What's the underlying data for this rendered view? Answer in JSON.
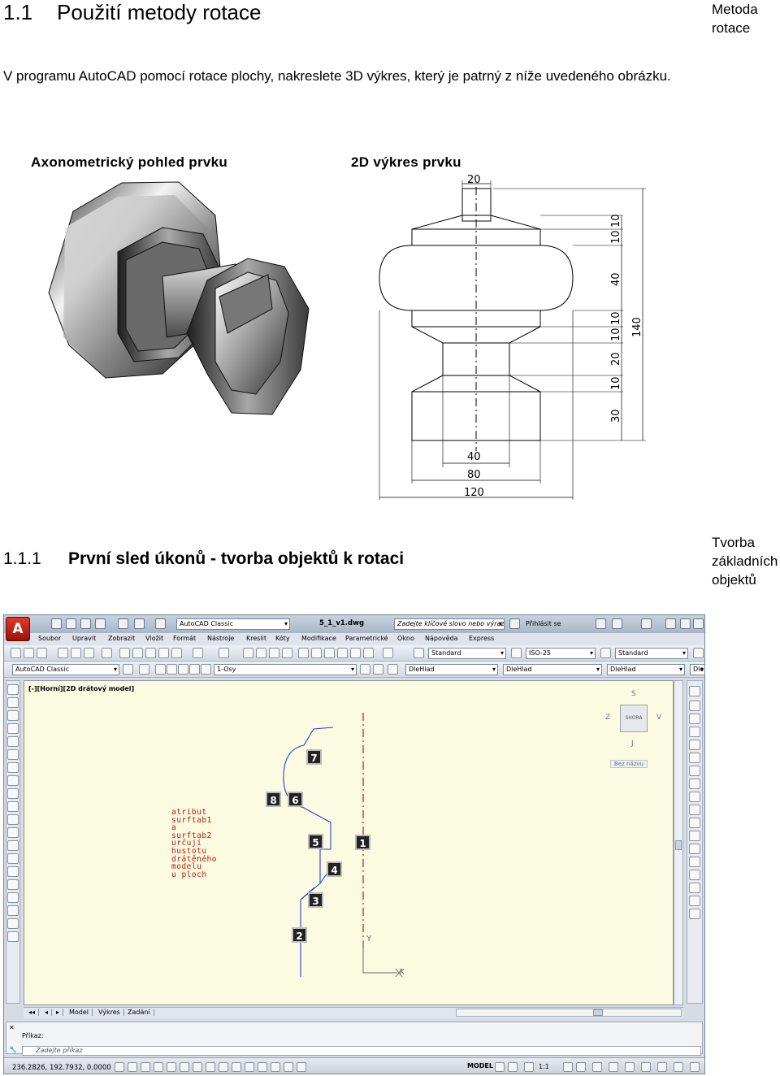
{
  "heading": {
    "number": "1.1",
    "title": "Použití metody rotace"
  },
  "margin_note_1": {
    "line1": "Metoda",
    "line2": "rotace"
  },
  "intro": "V programu AutoCAD pomocí rotace plochy, nakreslete 3D výkres, který je patrný z níže uvedeného obrázku.",
  "captions": {
    "left": "Axonometrický pohled prvku",
    "right": "2D výkres prvku"
  },
  "drawing_dims": {
    "top": "20",
    "right": [
      "10",
      "10",
      "40",
      "10",
      "10",
      "20",
      "10",
      "30"
    ],
    "overall": "140",
    "bottom": [
      "40",
      "80",
      "120"
    ]
  },
  "subheading": {
    "number": "1.1.1",
    "title": "První sled úkonů - tvorba objektů k rotaci"
  },
  "margin_note_2": {
    "line1": "Tvorba",
    "line2": "základních",
    "line3": "objektů"
  },
  "acad": {
    "logo": "A",
    "workspace": "AutoCAD Classic",
    "filename": "5_1_v1.dwg",
    "search_placeholder": "Zadejte klíčové slovo nebo výraz",
    "signin": "Přihlásit se",
    "menu": [
      "Soubor",
      "Upravit",
      "Zobrazit",
      "Vložit",
      "Formát",
      "Nástroje",
      "Kreslit",
      "Kóty",
      "Modifikace",
      "Parametrické",
      "Okno",
      "Nápověda",
      "Express"
    ],
    "style_combo": "Standard",
    "dim_combo": "ISO-25",
    "table_combo": "Standard",
    "workspace_combo": "AutoCAD Classic",
    "layer_combo": "1-Osy",
    "color_combo": "DleHlad",
    "linetype_combo": "DleHlad",
    "lineweight_combo": "DleHlad",
    "lineweight_combo2": "Dle",
    "view_label": "[-][Horní][2D drátový model]",
    "viewcube": {
      "face": "SHORA",
      "north": "S",
      "south": "J",
      "east": "V",
      "west": "Z",
      "wcs": "Bez názvu"
    },
    "badges": [
      "1",
      "2",
      "3",
      "4",
      "5",
      "6",
      "7",
      "8"
    ],
    "note_lines": [
      "atribut",
      "surftab1",
      "a",
      "surftab2",
      "určují",
      "hustotu",
      "drátěného",
      "modelu",
      "u ploch"
    ],
    "axis_y": "Y",
    "axis_x": "X",
    "tabs": [
      "Model",
      "Výkres",
      "Zadání"
    ],
    "cmd_line": "Příkaz:",
    "cmd_prompt": "Zadejte příkaz",
    "coords": "236.2826, 192.7932, 0.0000",
    "model_button": "MODEL",
    "scale": "1:1"
  },
  "colors": {
    "accent_red": "#c0140c",
    "canvas": "#fbfbe1",
    "profile_blue": "#2a3fd0",
    "axis_red": "#d01010"
  }
}
